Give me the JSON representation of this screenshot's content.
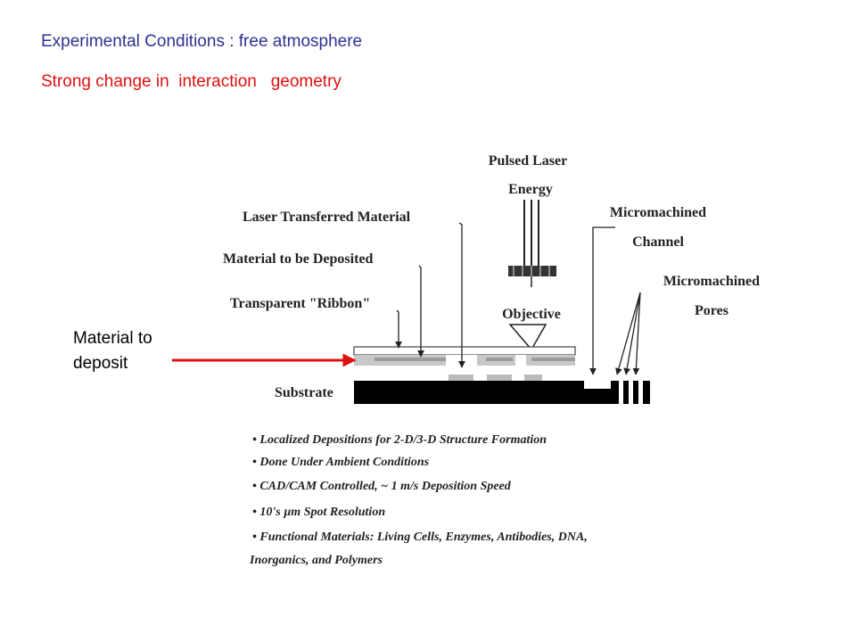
{
  "slide": {
    "heading_line1": "Experimental Conditions : free atmosphere",
    "heading_line2": "Strong change in  interaction   geometry",
    "annotation_line1": "Material to",
    "annotation_line2": "deposit"
  },
  "figure": {
    "labels": {
      "pulsed_laser_line1": "Pulsed Laser",
      "pulsed_laser_line2": "Energy",
      "laser_transferred": "Laser Transferred Material",
      "material_deposited": "Material to be Deposited",
      "ribbon": "Transparent \"Ribbon\"",
      "objective": "Objective",
      "micro_channel_line1": "Micromachined",
      "micro_channel_line2": "Channel",
      "micro_pores_line1": "Micromachined",
      "micro_pores_line2": "Pores",
      "substrate": "Substrate"
    },
    "bullets": [
      "• Localized Depositions for 2-D/3-D Structure Formation",
      "• Done Under Ambient Conditions",
      "• CAD/CAM Controlled, ~ 1 m/s Deposition Speed",
      "• 10's µm Spot Resolution",
      "• Functional Materials:  Living Cells, Enzymes, Antibodies, DNA,",
      "Inorganics, and Polymers"
    ]
  },
  "colors": {
    "heading1": "#2e3192",
    "heading2": "#e01010",
    "arrow": "#e01010"
  }
}
